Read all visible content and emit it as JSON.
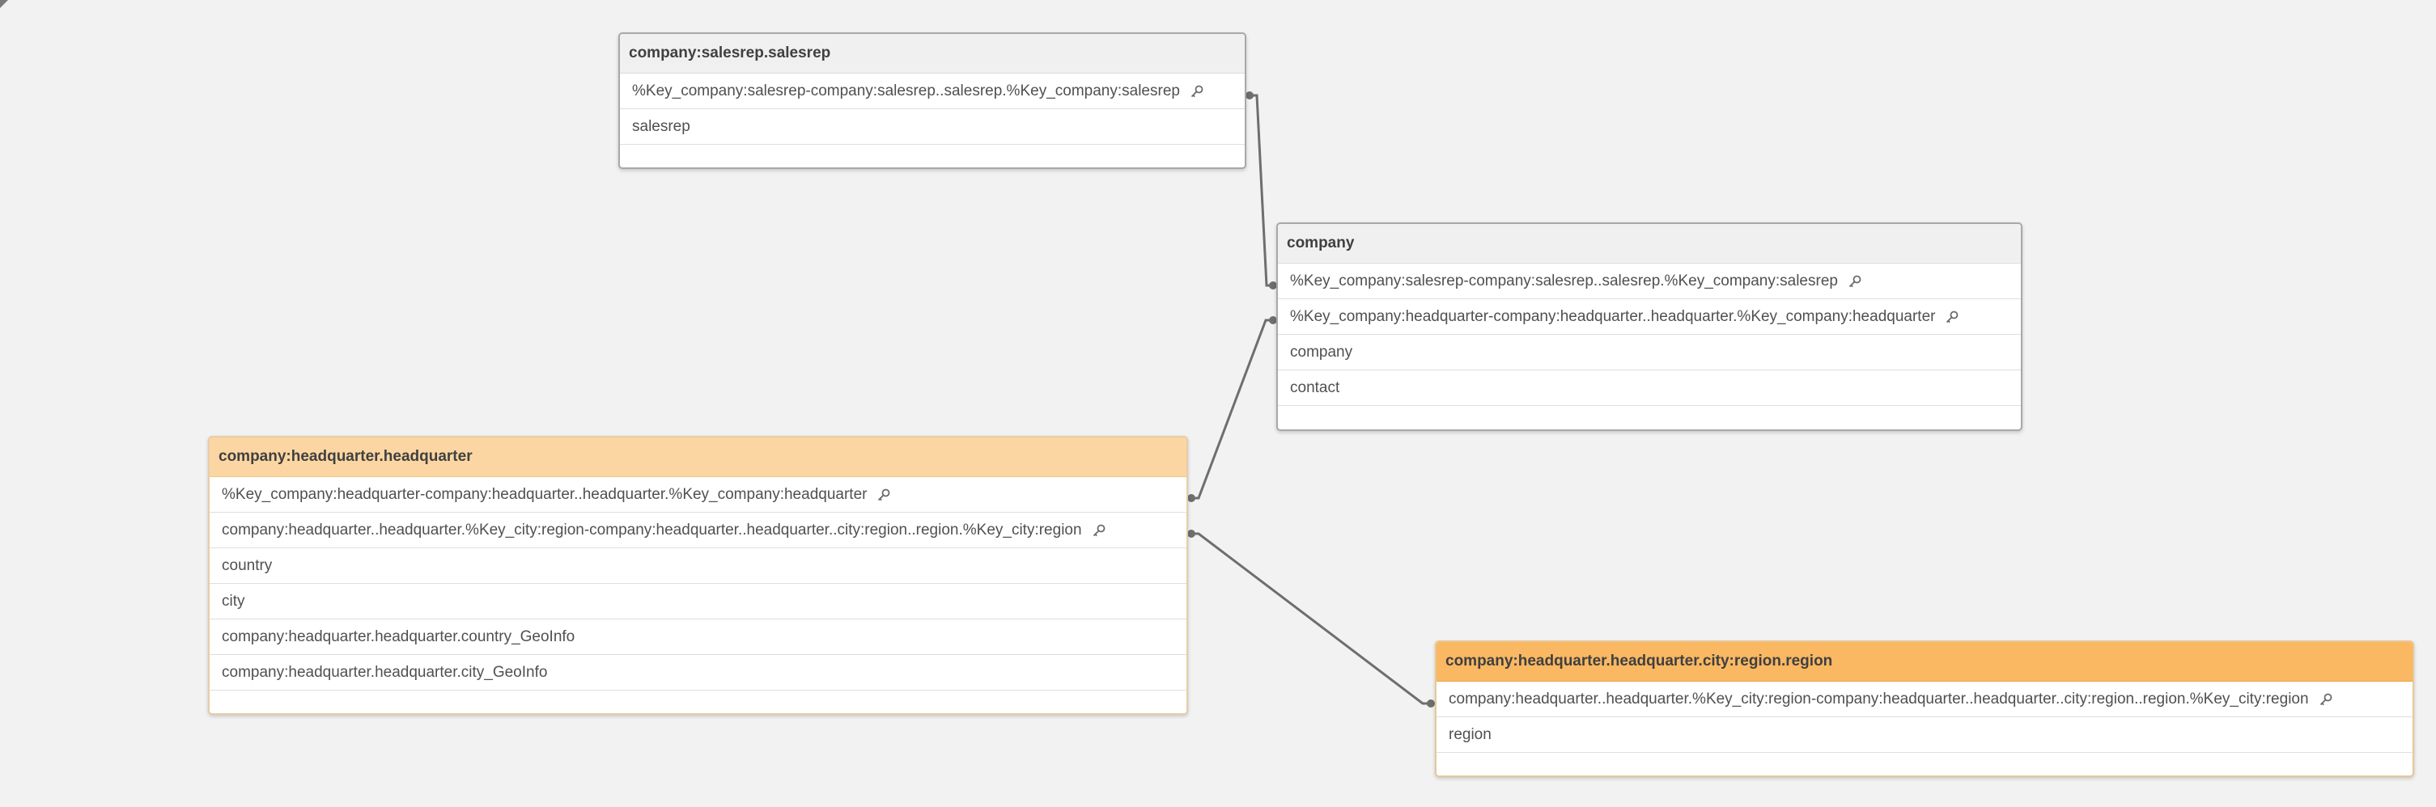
{
  "tables": {
    "salesrep": {
      "name": "company:salesrep.salesrep",
      "fields": [
        {
          "label": "%Key_company:salesrep-company:salesrep..salesrep.%Key_company:salesrep",
          "key": true
        },
        {
          "label": "salesrep",
          "key": false
        }
      ]
    },
    "company": {
      "name": "company",
      "fields": [
        {
          "label": "%Key_company:salesrep-company:salesrep..salesrep.%Key_company:salesrep",
          "key": true
        },
        {
          "label": "%Key_company:headquarter-company:headquarter..headquarter.%Key_company:headquarter",
          "key": true
        },
        {
          "label": "company",
          "key": false
        },
        {
          "label": "contact",
          "key": false
        }
      ]
    },
    "headquarter": {
      "name": "company:headquarter.headquarter",
      "fields": [
        {
          "label": "%Key_company:headquarter-company:headquarter..headquarter.%Key_company:headquarter",
          "key": true
        },
        {
          "label": "company:headquarter..headquarter.%Key_city:region-company:headquarter..headquarter..city:region..region.%Key_city:region",
          "key": true
        },
        {
          "label": "country",
          "key": false
        },
        {
          "label": "city",
          "key": false
        },
        {
          "label": "company:headquarter.headquarter.country_GeoInfo",
          "key": false
        },
        {
          "label": "company:headquarter.headquarter.city_GeoInfo",
          "key": false
        }
      ]
    },
    "region": {
      "name": "company:headquarter.headquarter.city:region.region",
      "fields": [
        {
          "label": "company:headquarter..headquarter.%Key_city:region-company:headquarter..headquarter..city:region..region.%Key_city:region",
          "key": true
        },
        {
          "label": "region",
          "key": false
        }
      ]
    }
  },
  "icons": {
    "key_field": "key-icon"
  },
  "colors": {
    "background": "#f2f2f2",
    "header_default": "#f0f0f0",
    "header_associated_light": "#fcd6a2",
    "header_associated_strong": "#fab863",
    "link_line": "#6e6e6e"
  }
}
